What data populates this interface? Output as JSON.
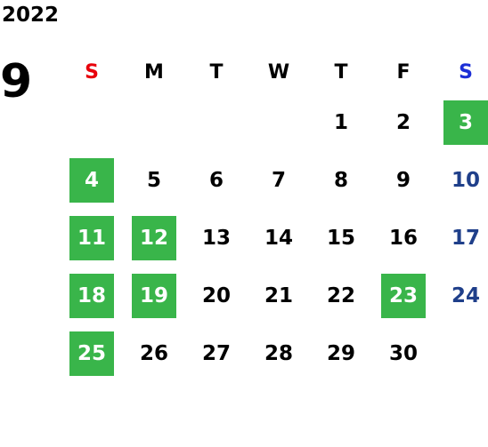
{
  "calendar": {
    "year": "2022",
    "month": "9",
    "weekdays": [
      "S",
      "M",
      "T",
      "W",
      "T",
      "F",
      "S"
    ],
    "weeks": [
      [
        {
          "label": ""
        },
        {
          "label": ""
        },
        {
          "label": ""
        },
        {
          "label": ""
        },
        {
          "label": "1"
        },
        {
          "label": "2"
        },
        {
          "label": "3",
          "highlighted": true
        }
      ],
      [
        {
          "label": "4",
          "highlighted": true
        },
        {
          "label": "5"
        },
        {
          "label": "6"
        },
        {
          "label": "7"
        },
        {
          "label": "8"
        },
        {
          "label": "9"
        },
        {
          "label": "10"
        }
      ],
      [
        {
          "label": "11",
          "highlighted": true
        },
        {
          "label": "12",
          "highlighted": true
        },
        {
          "label": "13"
        },
        {
          "label": "14"
        },
        {
          "label": "15"
        },
        {
          "label": "16"
        },
        {
          "label": "17"
        }
      ],
      [
        {
          "label": "18",
          "highlighted": true
        },
        {
          "label": "19",
          "highlighted": true
        },
        {
          "label": "20"
        },
        {
          "label": "21"
        },
        {
          "label": "22"
        },
        {
          "label": "23",
          "highlighted": true
        },
        {
          "label": "24"
        }
      ],
      [
        {
          "label": "25",
          "highlighted": true
        },
        {
          "label": "26"
        },
        {
          "label": "27"
        },
        {
          "label": "28"
        },
        {
          "label": "29"
        },
        {
          "label": "30"
        },
        {
          "label": ""
        }
      ]
    ]
  },
  "colors": {
    "highlight": "#39b54a",
    "sunday_header": "#e8000b",
    "saturday_header": "#1d2fd6",
    "saturday_date": "#1f3f8a"
  }
}
